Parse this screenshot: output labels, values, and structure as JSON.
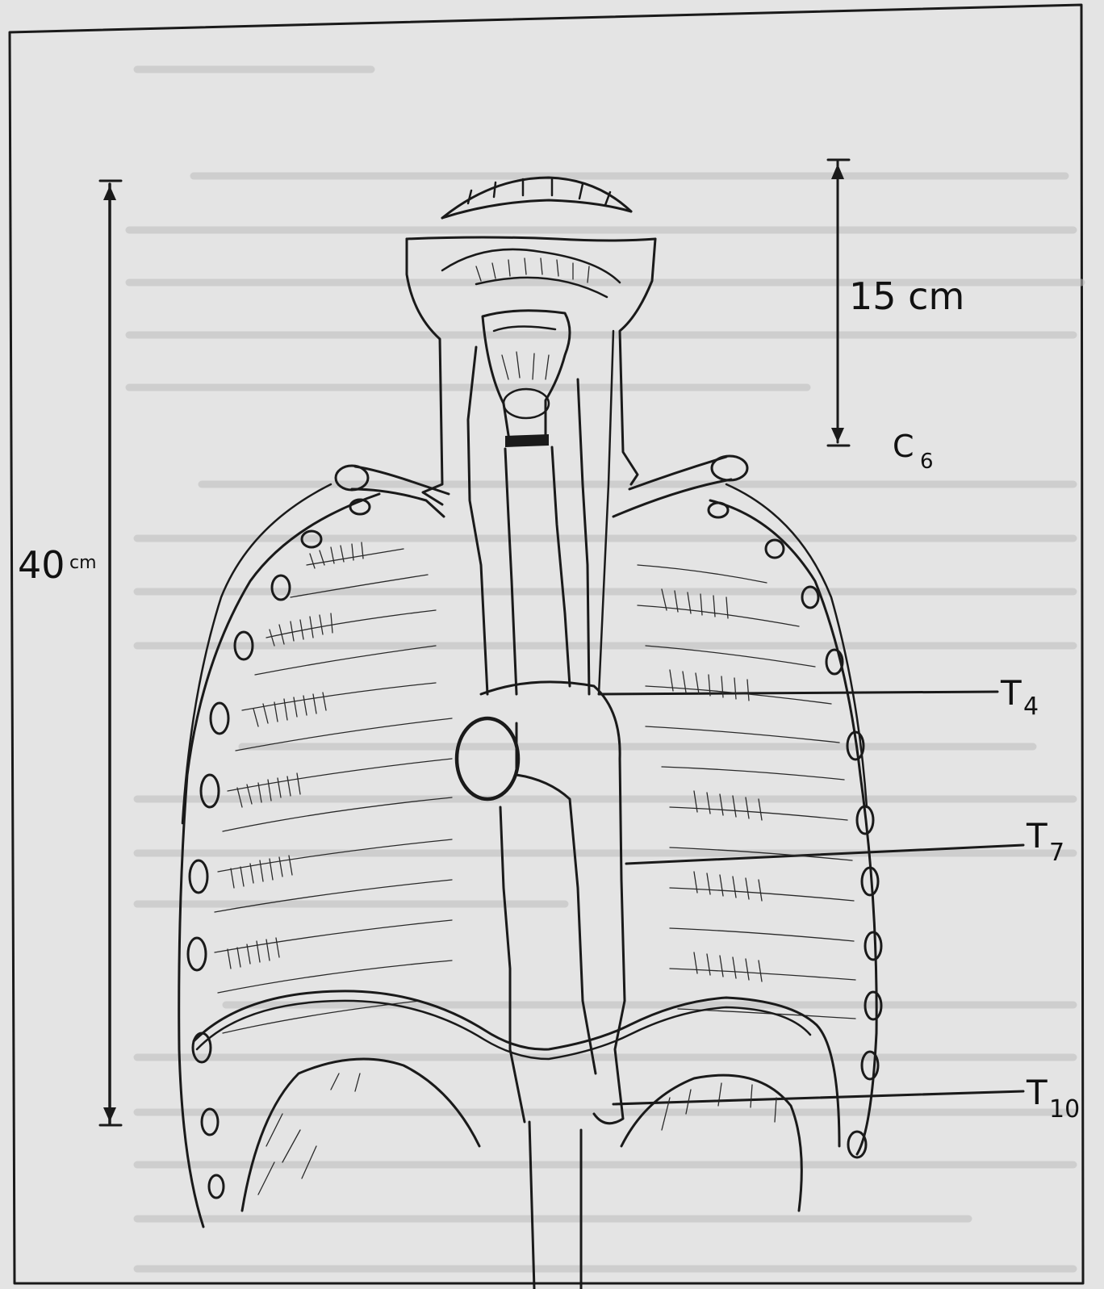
{
  "labels": {
    "length_total": "40",
    "length_total_unit": "cm",
    "upper_segment": "15 cm",
    "cervical_level": "C",
    "cervical_num": "6",
    "level_t4": "T",
    "level_t4_num": "4",
    "level_t7": "T",
    "level_t7_num": "7",
    "level_t10": "T",
    "level_t10_num": "10"
  },
  "colors": {
    "paper": "#e4e4e4",
    "ink": "#1a1a1a",
    "faint_text": "#b9b9b9"
  }
}
